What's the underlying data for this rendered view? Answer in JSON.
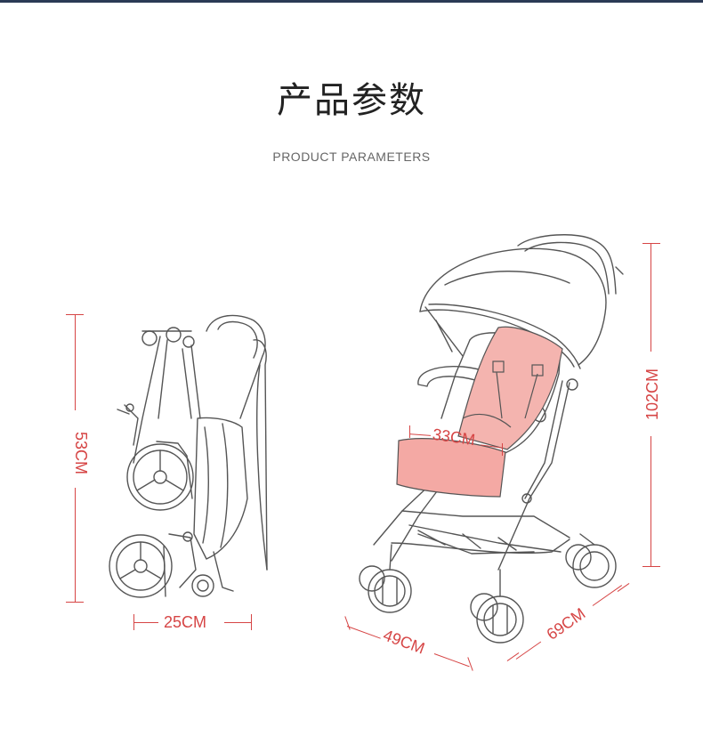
{
  "header": {
    "title": "产品参数",
    "subtitle": "PRODUCT PARAMETERS"
  },
  "folded_stroller": {
    "height_label": "53CM",
    "width_label": "25CM"
  },
  "open_stroller": {
    "height_label": "102CM",
    "seat_width_label": "33CM",
    "width_label": "49CM",
    "depth_label": "69CM"
  },
  "colors": {
    "accent": "#d64545",
    "seat": "#f4a9a4",
    "line_art": "#555555",
    "header_bar": "#2b3a55"
  }
}
